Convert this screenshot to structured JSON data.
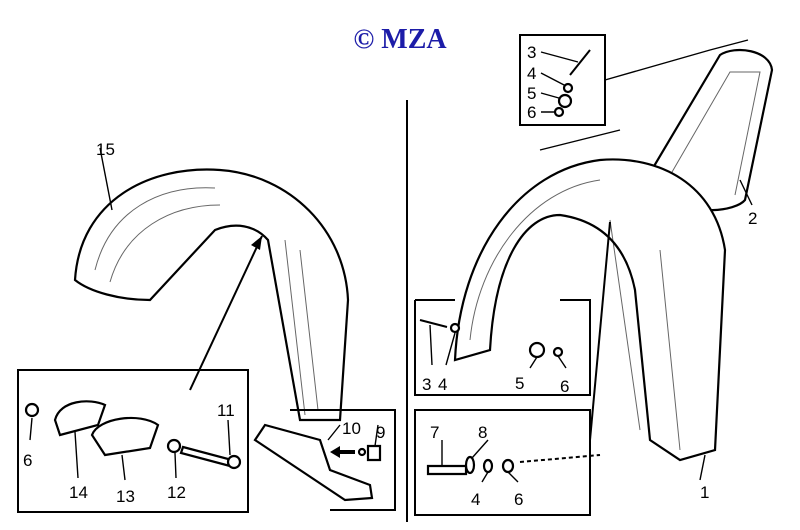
{
  "copyright": "© MZA",
  "colors": {
    "copyright": "#1c1ca8",
    "ink": "#000000"
  },
  "labels": {
    "front_fender": "15",
    "top_inset": [
      "3",
      "4",
      "5",
      "6"
    ],
    "rear_frame": "2",
    "rear_fender": "1",
    "mid_inset": [
      "3",
      "4",
      "5",
      "6"
    ],
    "bottom_right_inset": [
      "7",
      "8",
      "4",
      "6"
    ],
    "left_inset": [
      "6",
      "14",
      "13",
      "12",
      "11"
    ],
    "bracket_inset": [
      "10",
      "9"
    ]
  }
}
